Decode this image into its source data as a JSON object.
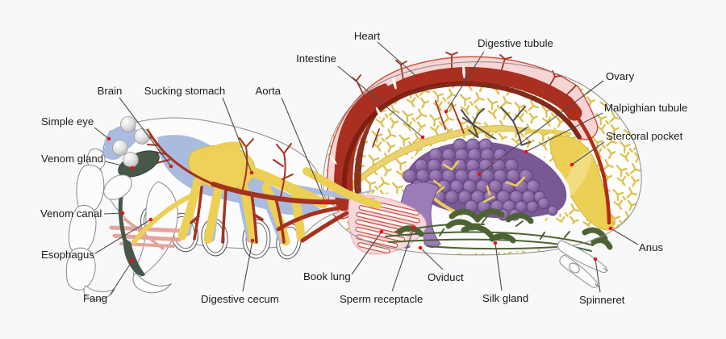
{
  "labels": {
    "heart": "Heart",
    "intestine": "Intestine",
    "digestive_tubule": "Digestive tubule",
    "aorta": "Aorta",
    "brain": "Brain",
    "sucking_stomach": "Sucking stomach",
    "simple_eye": "Simple eye",
    "venom_gland": "Venom gland",
    "venom_canal": "Venom canal",
    "esophagus": "Esophagus",
    "fang": "Fang",
    "digestive_cecum": "Digestive cecum",
    "book_lung": "Book lung",
    "sperm_receptacle": "Sperm receptacle",
    "oviduct": "Oviduct",
    "silk_gland": "Silk gland",
    "spinneret": "Spinneret",
    "ovary": "Ovary",
    "malpighian_tubule": "Malpighian tubule",
    "stercoral_pocket": "Stercoral pocket",
    "anus": "Anus"
  },
  "colors": {
    "background": "#f8f8f8",
    "heart_red": "#a93020",
    "heart_shadow": "#7b1f10",
    "heart_sheath_pink": "#f8d5d5",
    "artery_red": "#a5321f",
    "digestive_yellow": "#eccf55",
    "tubule_yellow": "#dcc04a",
    "nerve_blue": "#a9bcdf",
    "ovary_purple": "#8a69a4",
    "oviduct_purple": "#9c7cb8",
    "venom_green": "#47584a",
    "silk_green": "#4d6334",
    "book_lung_pink": "#f9d8dc",
    "marker_red": "#ee1111",
    "outline_gray": "#8a8a8a",
    "label_text": "#1b1b1b"
  }
}
